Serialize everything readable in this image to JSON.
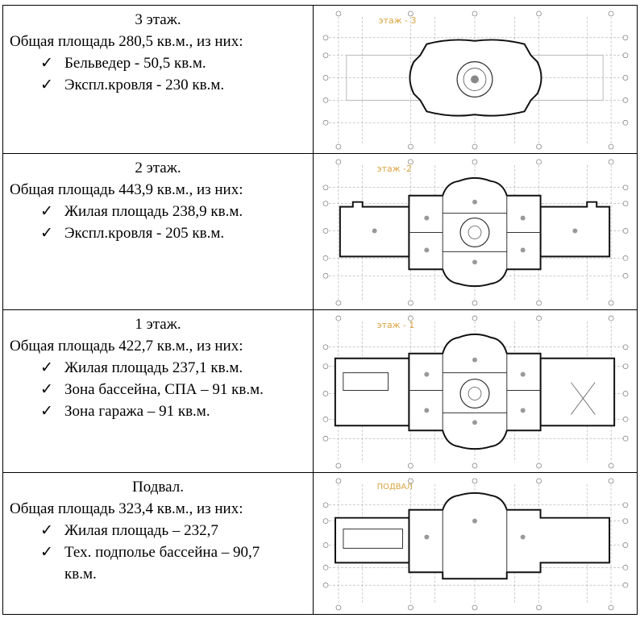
{
  "check_glyph": "✓",
  "plan_label_color": "#d9a441",
  "floors": [
    {
      "heading": "3 этаж.",
      "total": "Общая площадь 280,5 кв.м., из них:",
      "items": [
        "Бельведер - 50,5 кв.м.",
        "Экспл.кровля - 230 кв.м."
      ],
      "plan_label": "этаж - 3"
    },
    {
      "heading": "2 этаж.",
      "total": "Общая площадь 443,9 кв.м., из них:",
      "items": [
        "Жилая площадь 238,9 кв.м.",
        "Экспл.кровля - 205 кв.м."
      ],
      "plan_label": "этаж -2"
    },
    {
      "heading": "1 этаж.",
      "total": "Общая площадь 422,7 кв.м., из них:",
      "items": [
        "Жилая площадь 237,1 кв.м.",
        "Зона бассейна, СПА – 91 кв.м.",
        "Зона гаража – 91 кв.м."
      ],
      "plan_label": "этаж - 1"
    },
    {
      "heading": "Подвал.",
      "total": "Общая площадь 323,4 кв.м., из них:",
      "items": [
        "Жилая площадь – 232,7",
        "Тех. подполье бассейна – 90,7"
      ],
      "item_continuation": "кв.м.",
      "plan_label": "ПОДВАЛ"
    }
  ]
}
